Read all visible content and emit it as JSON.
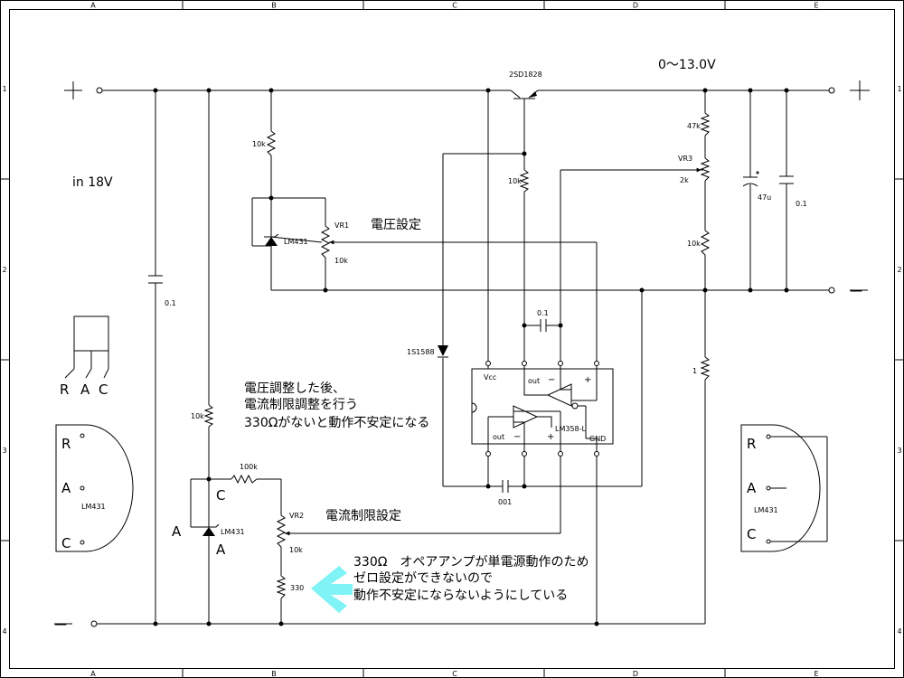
{
  "frame": {
    "columns": [
      "A",
      "B",
      "C",
      "D",
      "E"
    ],
    "rows": [
      "1",
      "2",
      "3",
      "4"
    ]
  },
  "supply": {
    "input_label": "in 18V",
    "output_label": "0～13.0V",
    "plus_symbol": "+",
    "minus_symbol": "—"
  },
  "components": {
    "transistor": "2SD1828",
    "r_top_left": "10k",
    "vr1_name": "VR1",
    "vr1_value": "10k",
    "lm431_label": "LM431",
    "c_left": "0.1",
    "r_base": "10k",
    "c_feedback": "0.1",
    "diode": "1S1588",
    "r_top_right": "47k",
    "vr3_name": "VR3",
    "vr3_value": "2k",
    "r_mid_right": "10k",
    "cap_electrolytic": "47u",
    "cap_out": "0.1",
    "r_sense": "1",
    "opamp": "LM358-L",
    "pin_vcc": "Vcc",
    "pin_out": "out",
    "pin_gnd": "GND",
    "pin_minus": "−",
    "pin_plus": "+",
    "c_bottom": "001",
    "r_left_low": "10k",
    "r_100k": "100k",
    "vr2_name": "VR2",
    "vr2_value": "10k",
    "r_330": "330",
    "node_c": "C",
    "node_a": "A"
  },
  "package_pinout": {
    "pins": [
      "R",
      "A",
      "C"
    ]
  },
  "annotations": {
    "voltage_setting": "電圧設定",
    "current_limit_setting": "電流制限設定",
    "procedure_note": [
      "電圧調整した後、",
      "電流制限調整を行う",
      "330Ωがないと動作不安定になる"
    ],
    "resistor_note": [
      "330Ω　オペアアンプが単電源動作のため",
      "ゼロ設定ができないので",
      "動作不安定にならないようにしている"
    ]
  },
  "colors": {
    "arrow": "#7ff3f5",
    "line": "#000000"
  }
}
